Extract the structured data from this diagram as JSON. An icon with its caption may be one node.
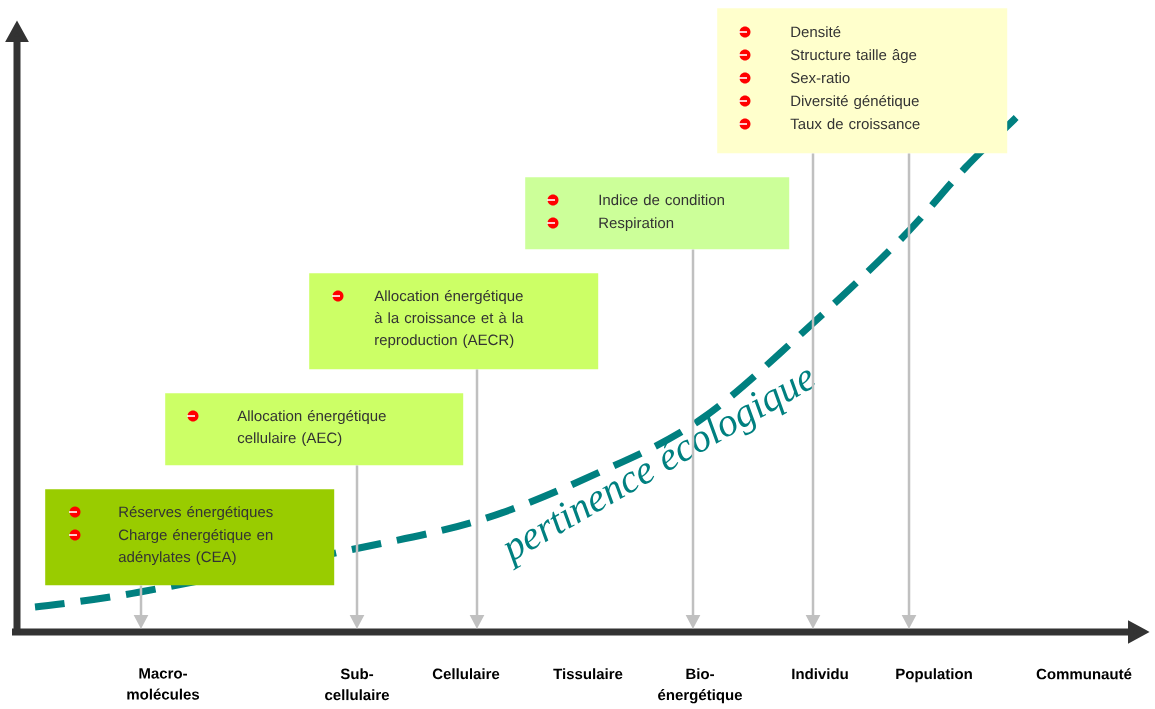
{
  "diagram": {
    "nodes": [
      {
        "text": [
          "Réserves énergétiques",
          "Charge énergétique en adénylates (CEA)"
        ]
      },
      {
        "text": [
          "Allocation énergétique cellulaire (AEC)"
        ]
      },
      {
        "text": [
          "Allocation énergétique à la croissance et à la reproduction (AECR)"
        ]
      },
      {
        "text": [
          "Indice de condition",
          "Respiration"
        ]
      },
      {
        "text": [
          "Densité",
          "Structure taille âge",
          "Sex-ratio",
          "Diversité génétique",
          "Taux de croissance"
        ]
      },
      {
        "text": [
          "Macro- molécules"
        ]
      },
      {
        "text": [
          "Sub- cellulaire"
        ]
      },
      {
        "text": [
          "Cellulaire"
        ]
      },
      {
        "text": [
          "Tissulaire"
        ]
      },
      {
        "text": [
          "Bio- énergétique"
        ]
      },
      {
        "text": [
          "Individu"
        ]
      },
      {
        "text": [
          "Population"
        ]
      },
      {
        "text": [
          "Communauté"
        ]
      }
    ],
    "edges": [
      {
        "from": 0,
        "to": 5,
        "arrow": "to"
      },
      {
        "from": 1,
        "to": 6,
        "arrow": "to"
      },
      {
        "from": 2,
        "to": 7,
        "arrow": "to"
      },
      {
        "from": 3,
        "to": 9,
        "arrow": "to"
      },
      {
        "from": 4,
        "to": 10,
        "arrow": "to"
      },
      {
        "from": 4,
        "to": 11,
        "arrow": "to"
      }
    ],
    "labels": [
      "pertinence écologique"
    ]
  }
}
